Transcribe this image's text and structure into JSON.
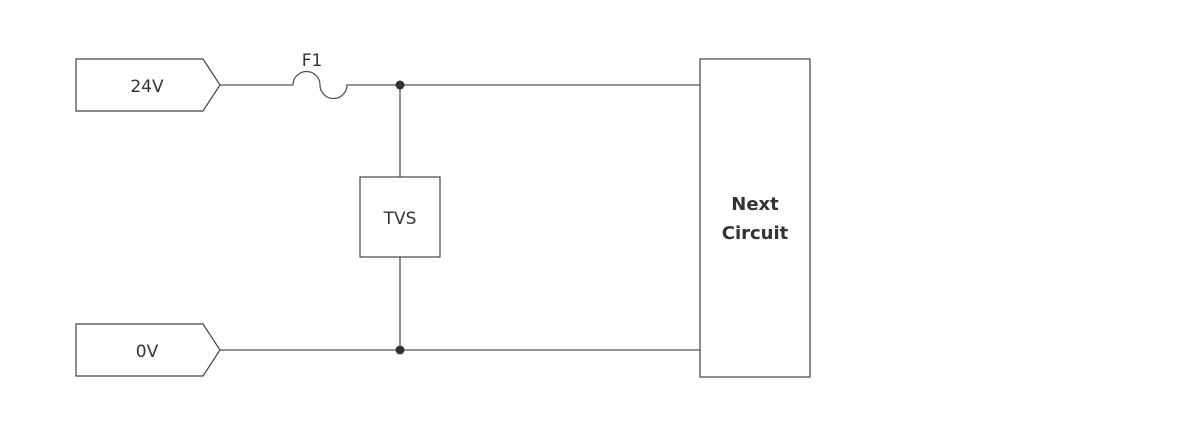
{
  "inputs": {
    "positive": "24V",
    "negative": "0V"
  },
  "fuse": {
    "label": "F1"
  },
  "tvs": {
    "label": "TVS"
  },
  "next_circuit": {
    "line1": "Next",
    "line2": "Circuit"
  },
  "colors": {
    "wire": "#555555",
    "junction": "#333333",
    "text": "#333333"
  }
}
